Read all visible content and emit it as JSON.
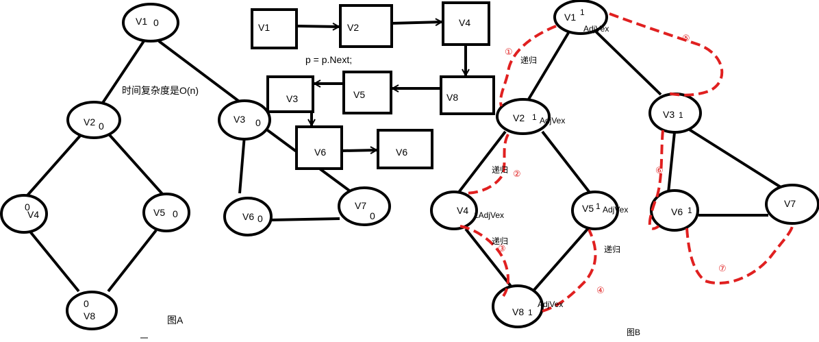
{
  "graph_a": {
    "caption": "图A",
    "complexity_note": "时间复杂度是O(n)",
    "nodes": {
      "v1": {
        "name": "V1",
        "mark": "0"
      },
      "v2": {
        "name": "V2",
        "mark": "0"
      },
      "v3": {
        "name": "V3",
        "mark": "0"
      },
      "v4": {
        "name": "V4",
        "mark": "0"
      },
      "v5": {
        "name": "V5",
        "mark": "0"
      },
      "v6": {
        "name": "V6",
        "mark": "0"
      },
      "v7": {
        "name": "V7",
        "mark": "0"
      },
      "v8": {
        "name": "V8",
        "mark": "0"
      }
    }
  },
  "adjacency_list": {
    "next_code": "p = p.Next;",
    "cells": {
      "c1": "V1",
      "c2": "V2",
      "c3": "V4",
      "c4": "V8",
      "c5": "V5",
      "c6": "V3",
      "c7": "V6",
      "c8": "V6"
    }
  },
  "graph_b": {
    "caption": "图B",
    "nodes": {
      "v1": {
        "name": "V1",
        "mark": "1"
      },
      "v2": {
        "name": "V2",
        "mark": "1"
      },
      "v3": {
        "name": "V3",
        "mark": "1"
      },
      "v4": {
        "name": "V4",
        "mark": ""
      },
      "v5": {
        "name": "V5",
        "mark": "1"
      },
      "v6": {
        "name": "V6",
        "mark": "1"
      },
      "v7": {
        "name": "V7",
        "mark": ""
      },
      "v8": {
        "name": "V8",
        "mark": "1"
      }
    },
    "adjvex_labels": {
      "a1": "AdjVex",
      "a2": "AdjVex",
      "a4": "1AdjVex",
      "a5": "AdjVex",
      "a8": "AdjVex"
    },
    "recursion_labels": {
      "r1": "递归",
      "r2": "递归",
      "r3": "递归",
      "r4": "递归"
    },
    "step_marks": {
      "s1": "①",
      "s2": "②",
      "s3": "③",
      "s4": "④",
      "s5": "⑤",
      "s6": "⑥",
      "s7": "⑦"
    },
    "colors": {
      "path": "#e02020",
      "stroke": "#000000"
    }
  }
}
